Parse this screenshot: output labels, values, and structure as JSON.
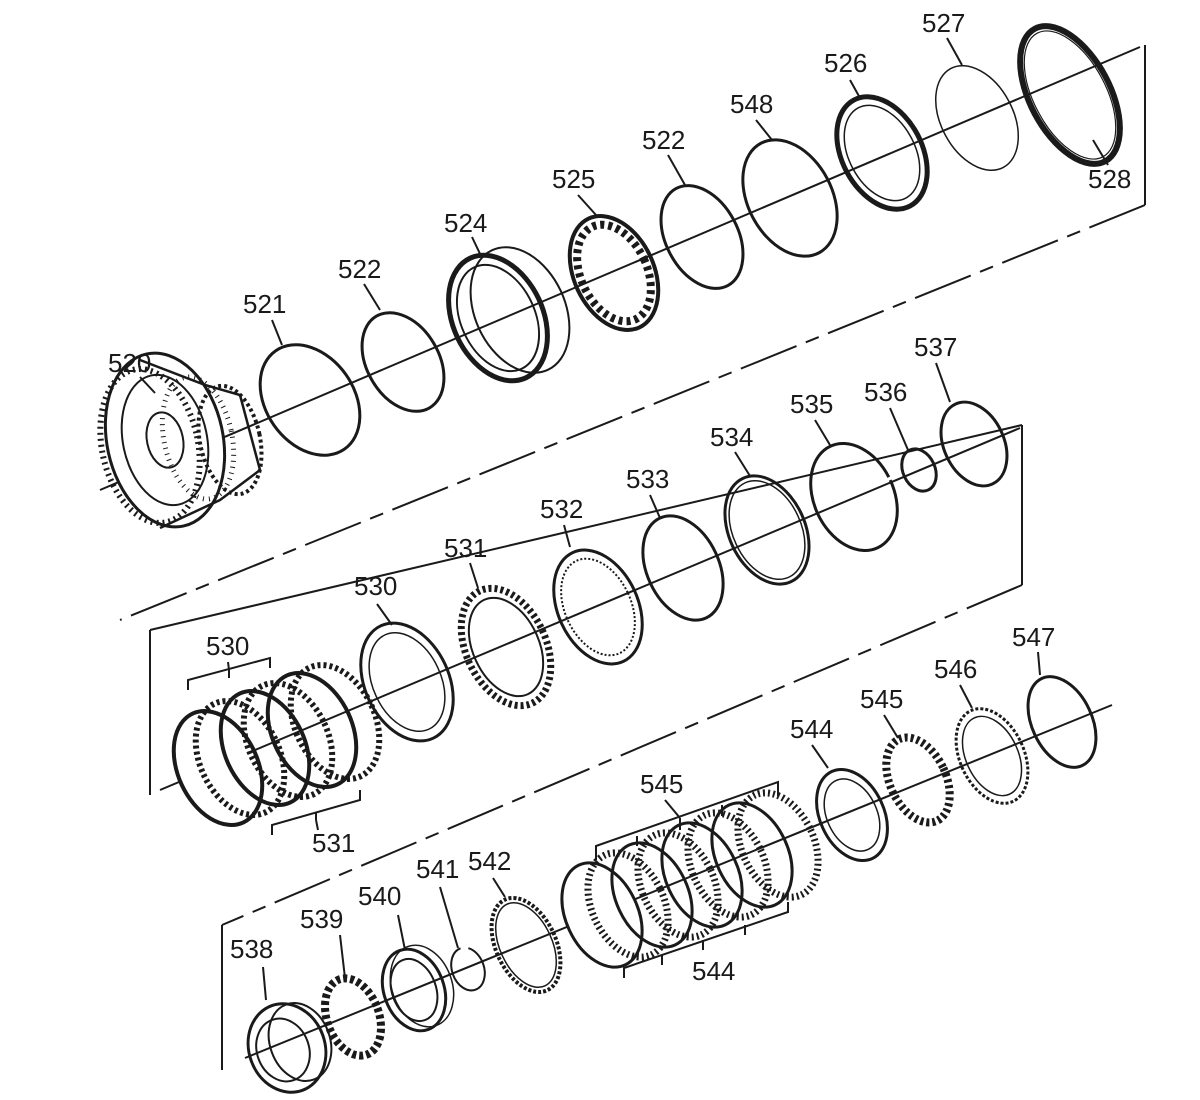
{
  "labels": {
    "l520": "520",
    "l521": "521",
    "l522a": "522",
    "l524": "524",
    "l525": "525",
    "l522b": "522",
    "l548": "548",
    "l526": "526",
    "l527": "527",
    "l528": "528",
    "l530a": "530",
    "l530b": "530",
    "l531a": "531",
    "l531b": "531",
    "l532": "532",
    "l533": "533",
    "l534": "534",
    "l535": "535",
    "l536": "536",
    "l537": "537",
    "l538": "538",
    "l539": "539",
    "l540": "540",
    "l541": "541",
    "l542": "542",
    "l545a": "545",
    "l544a": "544",
    "l544b": "544",
    "l545b": "545",
    "l546": "546",
    "l547": "547"
  },
  "colors": {
    "ink": "#1a1a1a",
    "background": "#ffffff"
  }
}
